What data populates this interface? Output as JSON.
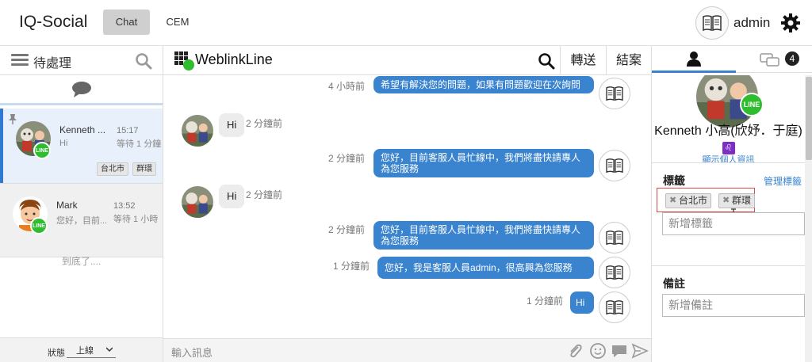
{
  "app": {
    "brand": "IQ-Social",
    "nav": [
      "Chat",
      "CEM"
    ],
    "user": "admin"
  },
  "left": {
    "title": "待處理",
    "conversations": [
      {
        "name": "Kenneth ...",
        "preview": "Hi",
        "time": "15:17",
        "wait": "等待 1 分鐘",
        "tags": [
          "台北市",
          "群環"
        ]
      },
      {
        "name": "Mark",
        "preview": "您好，目前...",
        "time": "13:52",
        "wait": "等待 1 小時",
        "tags": []
      }
    ],
    "end_text": "到底了....",
    "status_label": "狀態",
    "status_value": "上線"
  },
  "chat": {
    "title": "WeblinkLine",
    "forward": "轉送",
    "finish": "結案",
    "messages": [
      {
        "dir": "out",
        "time": "4 小時前",
        "text": "希望有解決您的問題，如果有問題歡迎在次詢問"
      },
      {
        "dir": "in",
        "time": "2 分鐘前",
        "text": "Hi"
      },
      {
        "dir": "out",
        "time": "2 分鐘前",
        "text": "您好，目前客服人員忙線中，我們將盡快請專人為您服務"
      },
      {
        "dir": "in",
        "time": "2 分鐘前",
        "text": "Hi"
      },
      {
        "dir": "out",
        "time": "2 分鐘前",
        "text": "您好，目前客服人員忙線中，我們將盡快請專人為您服務"
      },
      {
        "dir": "out",
        "time": "1 分鐘前",
        "text": "您好，我是客服人員admin，很高興為您服務"
      },
      {
        "dir": "out",
        "time": "1 分鐘前",
        "text": "Hi"
      }
    ],
    "input_placeholder": "輸入訊息"
  },
  "right": {
    "unread_count": "4",
    "profile_name": "Kenneth 小高(欣妤．于庭)",
    "zodiac": "♌",
    "profile_link": "顯示個人資訊",
    "tags_title": "標籤",
    "manage_tags": "管理標籤",
    "tags": [
      "台北市",
      "群環"
    ],
    "add_tag_placeholder": "新增標籤",
    "notes_title": "備註",
    "add_note_placeholder": "新增備註"
  },
  "colors": {
    "accent": "#3a83cf",
    "line_green": "#2fbd2f",
    "highlight_red": "#e34848"
  }
}
